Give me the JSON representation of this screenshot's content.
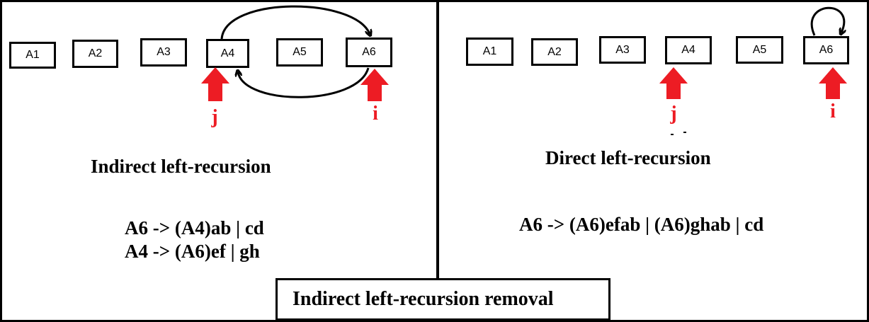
{
  "left_panel": {
    "boxes": [
      "A1",
      "A2",
      "A3",
      "A4",
      "A5",
      "A6"
    ],
    "pointer_j": "j",
    "pointer_i": "i",
    "heading": "Indirect left-recursion",
    "rules": [
      "A6 -> (A4)ab | cd",
      "A4 -> (A6)ef | gh"
    ]
  },
  "right_panel": {
    "boxes": [
      "A1",
      "A2",
      "A3",
      "A4",
      "A5",
      "A6"
    ],
    "pointer_j": "j",
    "pointer_i": "i",
    "heading": "Direct left-recursion",
    "rules": [
      "A6 -> (A6)efab | (A6)ghab | cd"
    ]
  },
  "footer": {
    "label": "Indirect left-recursion removal"
  },
  "colors": {
    "arrow": "#ed1c24",
    "ink": "#000000",
    "background": "#ffffff"
  }
}
